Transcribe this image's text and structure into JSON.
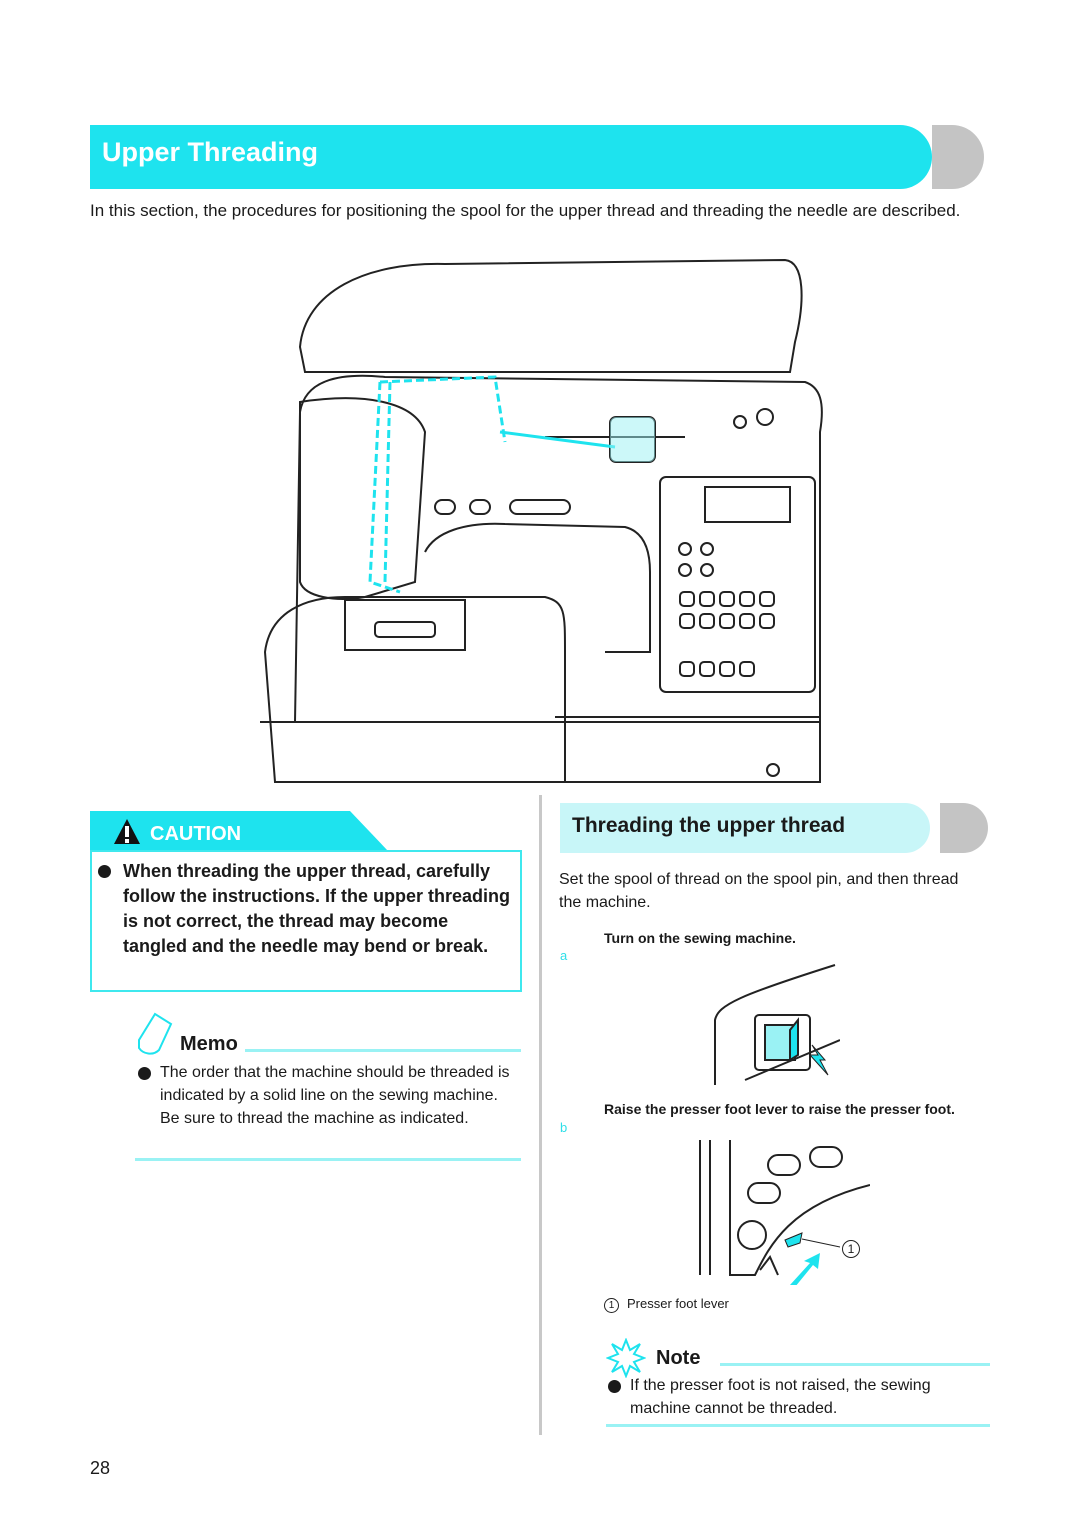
{
  "section": {
    "title": "Upper Threading"
  },
  "intro": "In this section, the procedures for positioning the spool for the upper thread and threading the needle are described.",
  "caution": {
    "label": "CAUTION",
    "text": "When threading the upper thread, carefully follow the instructions. If the upper threading is not correct, the thread may become tangled and the needle may bend or break."
  },
  "memo": {
    "title": "Memo",
    "text": "The order that the machine should be threaded is indicated by a solid line on the sewing machine. Be sure to thread the machine as indicated."
  },
  "subsection": {
    "title": "Threading the upper thread",
    "intro": "Set the spool of thread on the spool pin, and then thread the machine.",
    "steps": [
      {
        "letter": "a",
        "text": "Turn on the sewing machine."
      },
      {
        "letter": "b",
        "text": "Raise the presser foot lever to raise the presser foot."
      }
    ],
    "callout_number": "1",
    "callout_label": "Presser foot lever"
  },
  "note": {
    "title": "Note",
    "text": "If the presser foot is not raised, the sewing machine cannot be threaded."
  },
  "page_number": "28",
  "colors": {
    "accent": "#1ee3ee",
    "accent_light": "#9af2f4",
    "tab_gray": "#c4c4c4"
  }
}
